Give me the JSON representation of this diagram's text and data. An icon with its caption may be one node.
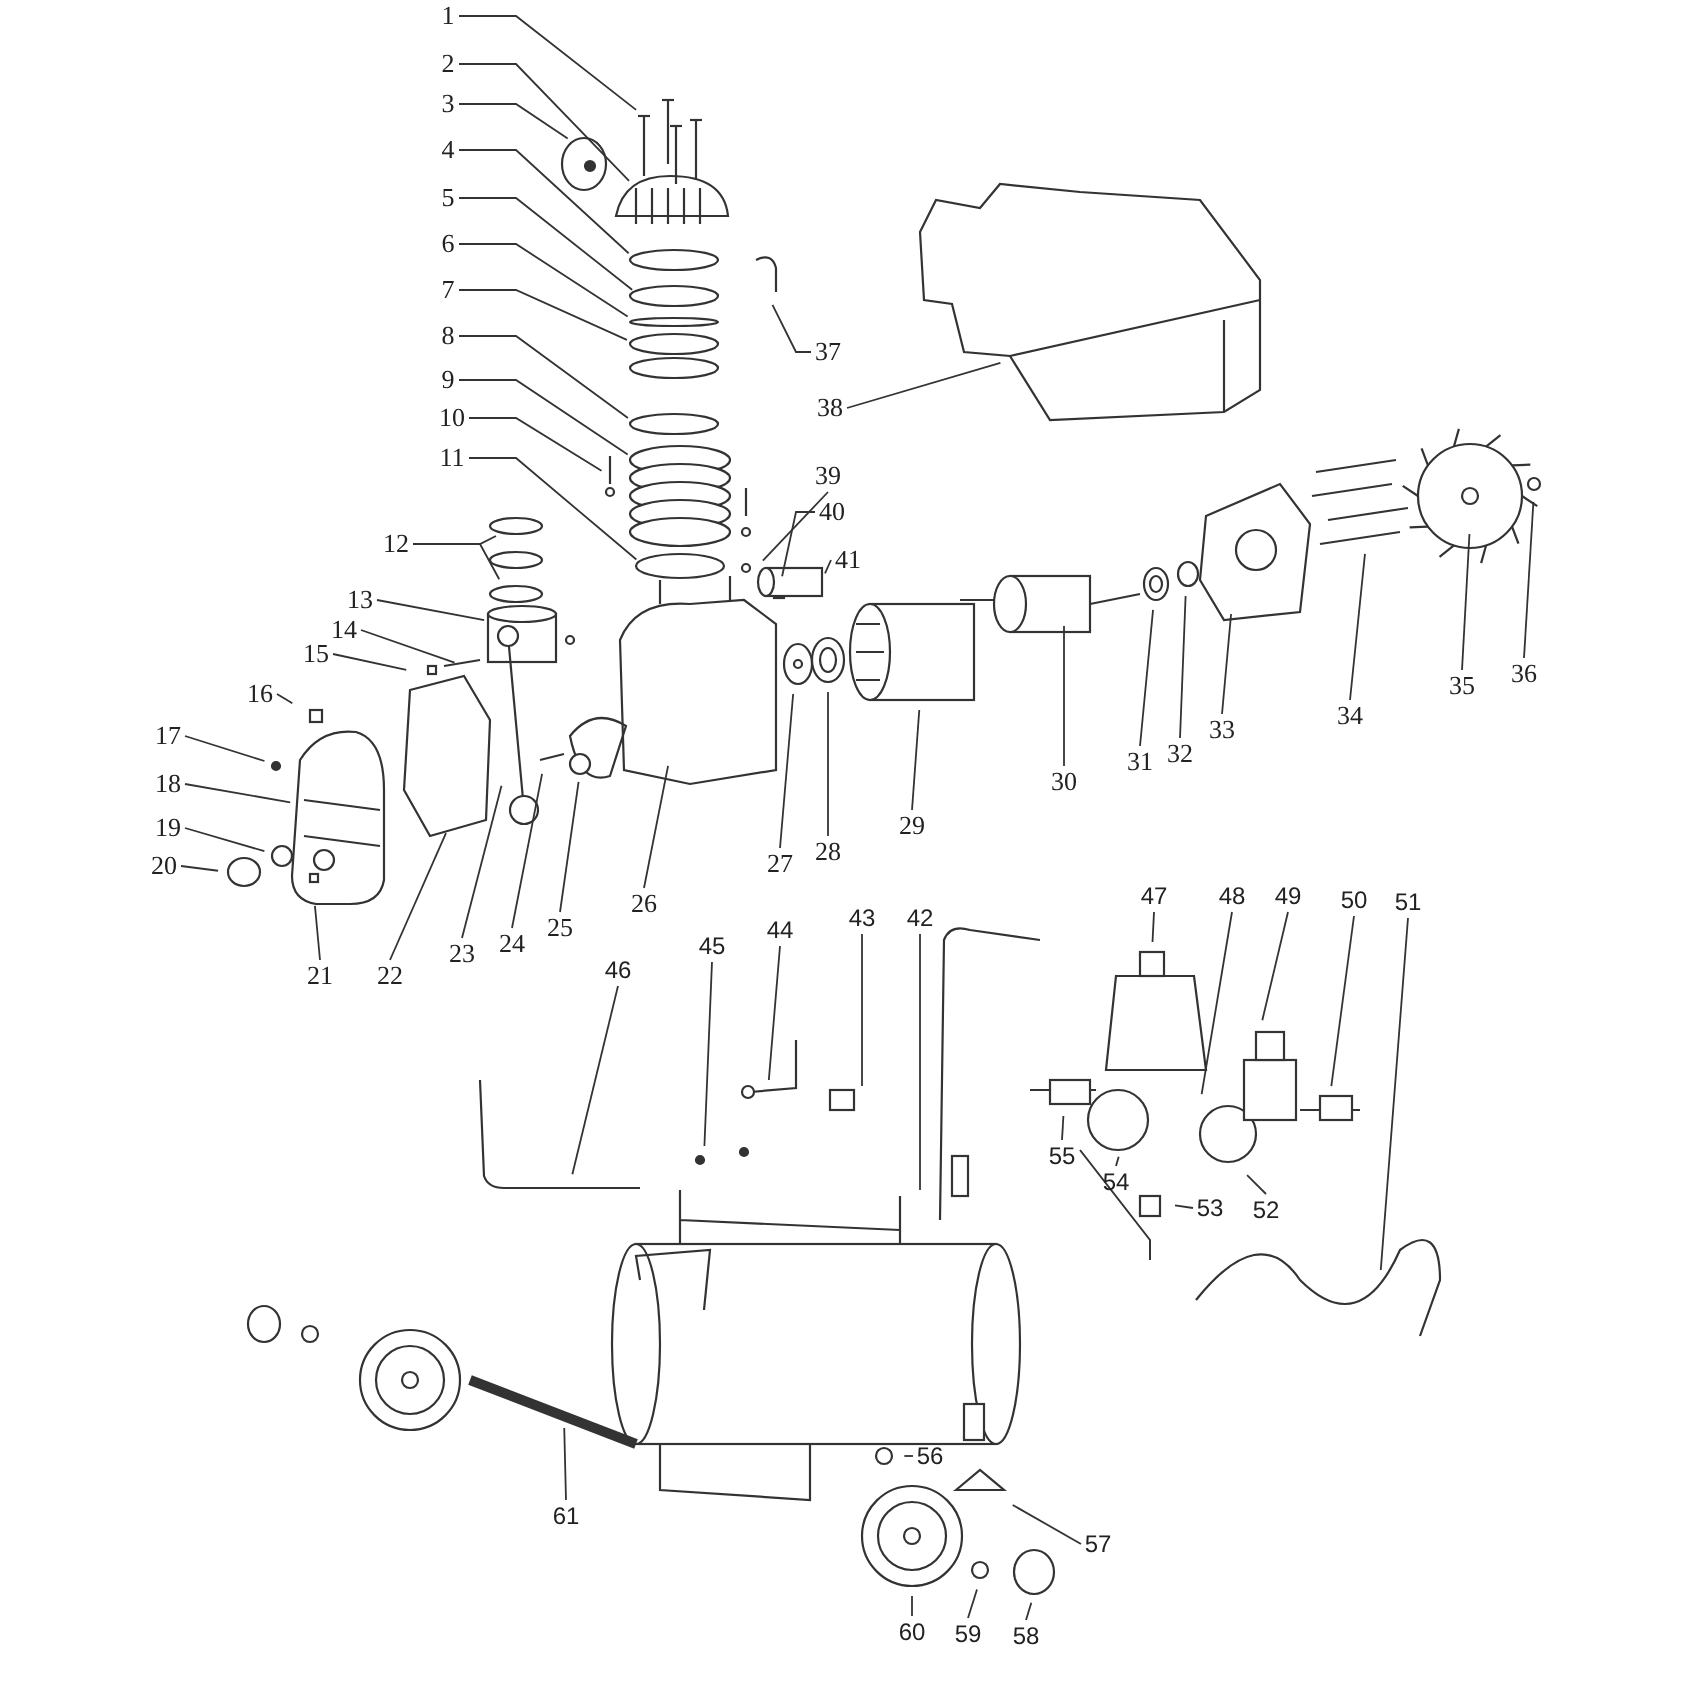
{
  "diagram": {
    "nodes": [
      {
        "text": [
          "1"
        ]
      },
      {
        "text": [
          "2"
        ]
      },
      {
        "text": [
          "3"
        ]
      },
      {
        "text": [
          "4"
        ]
      },
      {
        "text": [
          "5"
        ]
      },
      {
        "text": [
          "6"
        ]
      },
      {
        "text": [
          "7"
        ]
      },
      {
        "text": [
          "8"
        ]
      },
      {
        "text": [
          "9"
        ]
      },
      {
        "text": [
          "10"
        ]
      },
      {
        "text": [
          "11"
        ]
      },
      {
        "text": [
          "12"
        ]
      },
      {
        "text": [
          "13"
        ]
      },
      {
        "text": [
          "14"
        ]
      },
      {
        "text": [
          "15"
        ]
      },
      {
        "text": [
          "16"
        ]
      },
      {
        "text": [
          "17"
        ]
      },
      {
        "text": [
          "18"
        ]
      },
      {
        "text": [
          "19"
        ]
      },
      {
        "text": [
          "20"
        ]
      },
      {
        "text": [
          "21"
        ]
      },
      {
        "text": [
          "22"
        ]
      },
      {
        "text": [
          "23"
        ]
      },
      {
        "text": [
          "24"
        ]
      },
      {
        "text": [
          "25"
        ]
      },
      {
        "text": [
          "26"
        ]
      },
      {
        "text": [
          "27"
        ]
      },
      {
        "text": [
          "28"
        ]
      },
      {
        "text": [
          "29"
        ]
      },
      {
        "text": [
          "30"
        ]
      },
      {
        "text": [
          "31"
        ]
      },
      {
        "text": [
          "32"
        ]
      },
      {
        "text": [
          "33"
        ]
      },
      {
        "text": [
          "34"
        ]
      },
      {
        "text": [
          "35"
        ]
      },
      {
        "text": [
          "36"
        ]
      },
      {
        "text": [
          "37"
        ]
      },
      {
        "text": [
          "38"
        ]
      },
      {
        "text": [
          "39"
        ]
      },
      {
        "text": [
          "40"
        ]
      },
      {
        "text": [
          "41"
        ]
      },
      {
        "text": [
          "42"
        ]
      },
      {
        "text": [
          "43"
        ]
      },
      {
        "text": [
          "44"
        ]
      },
      {
        "text": [
          "45"
        ]
      },
      {
        "text": [
          "46"
        ]
      },
      {
        "text": [
          "47"
        ]
      },
      {
        "text": [
          "48"
        ]
      },
      {
        "text": [
          "49"
        ]
      },
      {
        "text": [
          "50"
        ]
      },
      {
        "text": [
          "51"
        ]
      },
      {
        "text": [
          "52"
        ]
      },
      {
        "text": [
          "53"
        ]
      },
      {
        "text": [
          "54"
        ]
      },
      {
        "text": [
          "55"
        ]
      },
      {
        "text": [
          "56"
        ]
      },
      {
        "text": [
          "57"
        ]
      },
      {
        "text": [
          "58"
        ]
      },
      {
        "text": [
          "59"
        ]
      },
      {
        "text": [
          "60"
        ]
      },
      {
        "text": [
          "61"
        ]
      }
    ],
    "edges": [
      {
        "from": 0,
        "to": null,
        "arrow": "none"
      },
      {
        "from": 1,
        "to": null,
        "arrow": "none"
      },
      {
        "from": 2,
        "to": null,
        "arrow": "none"
      },
      {
        "from": 3,
        "to": null,
        "arrow": "none"
      },
      {
        "from": 4,
        "to": null,
        "arrow": "none"
      },
      {
        "from": 5,
        "to": null,
        "arrow": "none"
      },
      {
        "from": 6,
        "to": null,
        "arrow": "none"
      },
      {
        "from": 7,
        "to": null,
        "arrow": "none"
      },
      {
        "from": 8,
        "to": null,
        "arrow": "none"
      },
      {
        "from": 9,
        "to": null,
        "arrow": "none"
      },
      {
        "from": 10,
        "to": null,
        "arrow": "none"
      },
      {
        "from": 11,
        "to": null,
        "arrow": "none"
      },
      {
        "from": 11,
        "to": null,
        "arrow": "none"
      },
      {
        "from": 12,
        "to": null,
        "arrow": "none"
      },
      {
        "from": 13,
        "to": null,
        "arrow": "none"
      },
      {
        "from": 14,
        "to": null,
        "arrow": "none"
      },
      {
        "from": 15,
        "to": null,
        "arrow": "none"
      },
      {
        "from": 16,
        "to": null,
        "arrow": "none"
      },
      {
        "from": 17,
        "to": null,
        "arrow": "none"
      },
      {
        "from": 18,
        "to": null,
        "arrow": "none"
      },
      {
        "from": 19,
        "to": null,
        "arrow": "none"
      },
      {
        "from": 20,
        "to": null,
        "arrow": "none"
      },
      {
        "from": 21,
        "to": null,
        "arrow": "none"
      },
      {
        "from": 22,
        "to": null,
        "arrow": "none"
      },
      {
        "from": 23,
        "to": null,
        "arrow": "none"
      },
      {
        "from": 24,
        "to": null,
        "arrow": "none"
      },
      {
        "from": 25,
        "to": null,
        "arrow": "none"
      },
      {
        "from": 26,
        "to": null,
        "arrow": "none"
      },
      {
        "from": 27,
        "to": null,
        "arrow": "none"
      },
      {
        "from": 28,
        "to": null,
        "arrow": "none"
      },
      {
        "from": 29,
        "to": null,
        "arrow": "none"
      },
      {
        "from": 30,
        "to": null,
        "arrow": "none"
      },
      {
        "from": 31,
        "to": null,
        "arrow": "none"
      },
      {
        "from": 32,
        "to": null,
        "arrow": "none"
      },
      {
        "from": 33,
        "to": null,
        "arrow": "none"
      },
      {
        "from": 34,
        "to": null,
        "arrow": "none"
      },
      {
        "from": 35,
        "to": null,
        "arrow": "none"
      },
      {
        "from": 36,
        "to": null,
        "arrow": "none"
      },
      {
        "from": 37,
        "to": null,
        "arrow": "none"
      },
      {
        "from": 38,
        "to": null,
        "arrow": "none"
      },
      {
        "from": 39,
        "to": null,
        "arrow": "none"
      },
      {
        "from": 40,
        "to": null,
        "arrow": "none"
      },
      {
        "from": 41,
        "to": null,
        "arrow": "none"
      },
      {
        "from": 42,
        "to": null,
        "arrow": "none"
      },
      {
        "from": 43,
        "to": null,
        "arrow": "none"
      },
      {
        "from": 44,
        "to": null,
        "arrow": "none"
      },
      {
        "from": 45,
        "to": null,
        "arrow": "none"
      },
      {
        "from": 46,
        "to": null,
        "arrow": "none"
      },
      {
        "from": 47,
        "to": null,
        "arrow": "none"
      },
      {
        "from": 48,
        "to": null,
        "arrow": "none"
      },
      {
        "from": 49,
        "to": null,
        "arrow": "none"
      },
      {
        "from": 50,
        "to": null,
        "arrow": "none"
      },
      {
        "from": 51,
        "to": null,
        "arrow": "none"
      },
      {
        "from": 52,
        "to": null,
        "arrow": "none"
      },
      {
        "from": 53,
        "to": null,
        "arrow": "none"
      },
      {
        "from": 54,
        "to": null,
        "arrow": "none"
      },
      {
        "from": 55,
        "to": null,
        "arrow": "none"
      },
      {
        "from": 56,
        "to": null,
        "arrow": "none"
      },
      {
        "from": 57,
        "to": null,
        "arrow": "none"
      },
      {
        "from": 58,
        "to": null,
        "arrow": "none"
      },
      {
        "from": 59,
        "to": null,
        "arrow": "none"
      },
      {
        "from": 60,
        "to": null,
        "arrow": "none"
      }
    ]
  }
}
